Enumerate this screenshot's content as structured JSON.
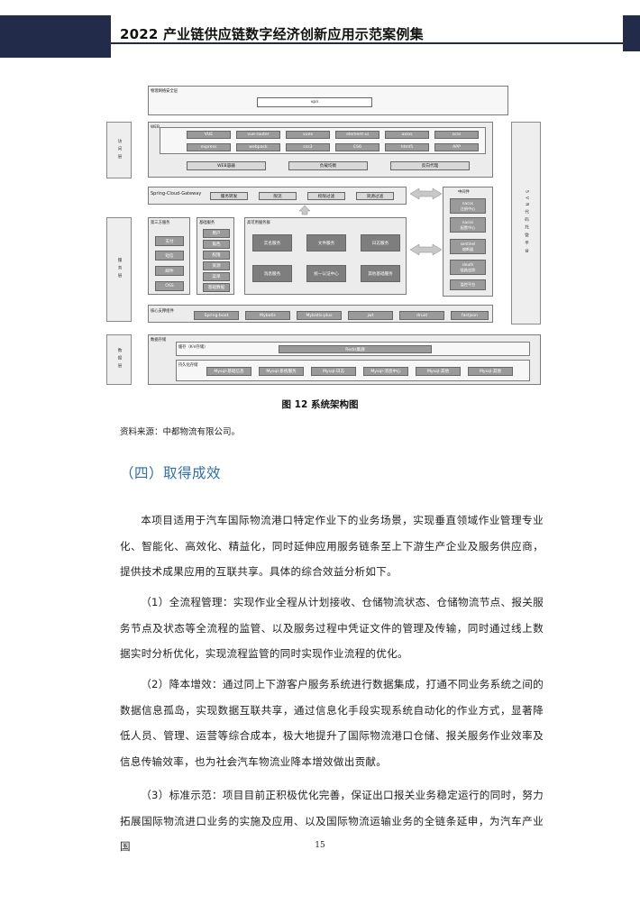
{
  "header": {
    "title": "2022 产业链供应链数字经济创新应用示范案例集"
  },
  "diagram": {
    "side_left": [
      "访问层",
      "服务层",
      "数据层"
    ],
    "side_right": "SVN代码托管平台",
    "physical": {
      "label": "物理网络安全层",
      "vpn": "vpn"
    },
    "web": {
      "label": "WEB",
      "row1": [
        "VUE",
        "vue-router",
        "vuex",
        "element-ui",
        "axios",
        "scss"
      ],
      "row2": [
        "express",
        "webpack",
        "css3",
        "ES6",
        "html5",
        "APP"
      ],
      "row3": [
        "WEB容器",
        "负载均衡",
        "反向代理"
      ]
    },
    "gateway": {
      "label": "Spring-Cloud-Gateway",
      "items": [
        "服务转发",
        "限流",
        "权限过滤",
        "资源过滤"
      ]
    },
    "third_party": {
      "label": "第三方服务",
      "items": [
        "支付",
        "短信",
        "邮件",
        "OSS"
      ]
    },
    "base_service": {
      "label": "基础服务",
      "items": [
        "用户",
        "角色",
        "权限",
        "资源",
        "菜单",
        "基础数据"
      ]
    },
    "ha_cluster": {
      "label": "高可用服务群",
      "row1": [
        "实名服务",
        "文件服务",
        "日志服务"
      ],
      "row2": [
        "消息服务",
        "统一认证中心",
        "其他基础服务"
      ]
    },
    "middleware": {
      "label": "中间件",
      "items": [
        [
          "nacos",
          "注册中心"
        ],
        [
          "nacos",
          "配置中心"
        ],
        [
          "sentinel",
          "熔断器"
        ],
        [
          "sleuth",
          "链路追踪"
        ],
        [
          "监控平台"
        ]
      ]
    },
    "core": {
      "label": "核心支撑组件",
      "items": [
        "Spring-boot",
        "Mybatis",
        "Mybatis-plus",
        "jwt",
        "druid",
        "fastjson"
      ]
    },
    "storage": {
      "label": "数据存储",
      "cache_label": "缓存（K-V存储）",
      "cache_item": "Redis集群",
      "persist_label": "持久化存储",
      "persist_items": [
        "Mysql-基础信息",
        "Mysql-系统服务",
        "Mysql-日志",
        "Mysql-消息中心",
        "Mysql-其他",
        "Mysql-其他"
      ]
    }
  },
  "caption": "图 12  系统架构图",
  "source": "资料来源：中都物流有限公司。",
  "section_title": "（四）取得成效",
  "paragraphs": [
    "本项目适用于汽车国际物流港口特定作业下的业务场景，实现垂直领域作业管理专业化、智能化、高效化、精益化，同时延伸应用服务链条至上下游生产企业及服务供应商，提供技术成果应用的互联共享。具体的综合效益分析如下。",
    "（1）全流程管理：实现作业全程从计划接收、仓储物流状态、仓储物流节点、报关服务节点及状态等全流程的监管、以及服务过程中凭证文件的管理及传输，同时通过线上数据实时分析优化，实现流程监管的同时实现作业流程的优化。",
    "（2）降本增效：通过同上下游客户服务系统进行数据集成，打通不同业务系统之间的数据信息孤岛，实现数据互联共享，通过信息化手段实现系统自动化的作业方式，显著降低人员、管理、运营等综合成本，极大地提升了国际物流港口仓储、报关服务作业效率及信息传输效率，也为社会汽车物流业降本增效做出贡献。",
    "（3）标准示范：项目目前正积极优化完善，保证出口报关业务稳定运行的同时，努力拓展国际物流进口业务的实施及应用、以及国际物流运输业务的全链条延申，为汽车产业国"
  ],
  "page_number": "15",
  "colors": {
    "header_navy": "#232b4a",
    "section_blue": "#2a6fb3"
  }
}
